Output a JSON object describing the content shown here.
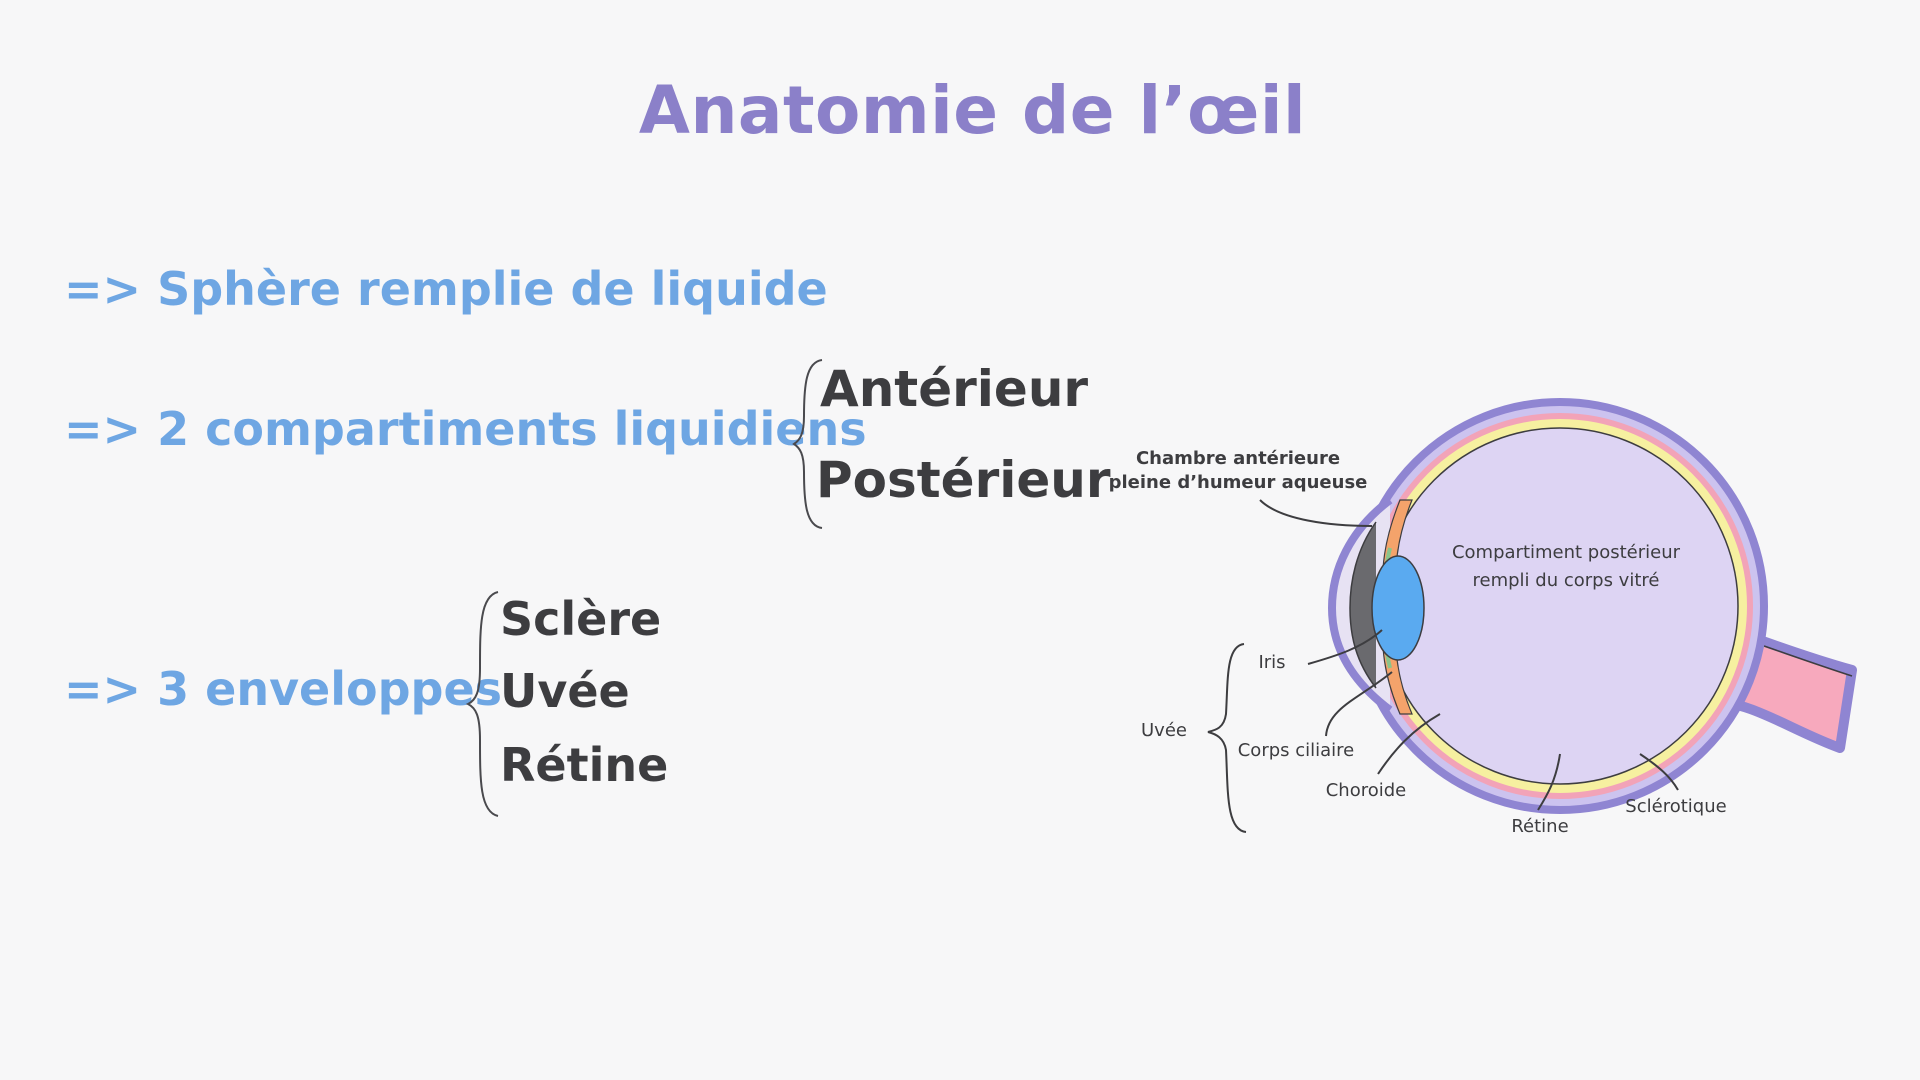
{
  "title": "Anatomie de l’œil",
  "bullets": [
    "=> Sphère remplie de liquide",
    "=> 2 compartiments liquidiens",
    "=> 3 enveloppes"
  ],
  "compartments": [
    "Antérieur",
    "Postérieur"
  ],
  "envelopes": [
    "Sclère",
    "Uvée",
    "Rétine"
  ],
  "diagram": {
    "anterior_chamber_line1": "Chambre antérieure",
    "anterior_chamber_line2": "pleine d’humeur aqueuse",
    "posterior_line1": "Compartiment postérieur",
    "posterior_line2": "rempli du corps vitré",
    "iris": "Iris",
    "uvee": "Uvée",
    "ciliary_body": "Corps ciliaire",
    "choroid": "Choroide",
    "retina": "Rétine",
    "sclera": "Sclérotique"
  },
  "colors": {
    "title": "#8b80c9",
    "bullets": "#6ea6e3",
    "text": "#3d3d40",
    "sclera_outer": "#8f85d2",
    "vitreous": "#ddd4f3",
    "retina_layer": "#f2a3b8",
    "choroid_layer": "#f6f0a0",
    "lens": "#5aaaf0",
    "iris": "#f4a36b",
    "optic_nerve": "#f7a9bd"
  }
}
